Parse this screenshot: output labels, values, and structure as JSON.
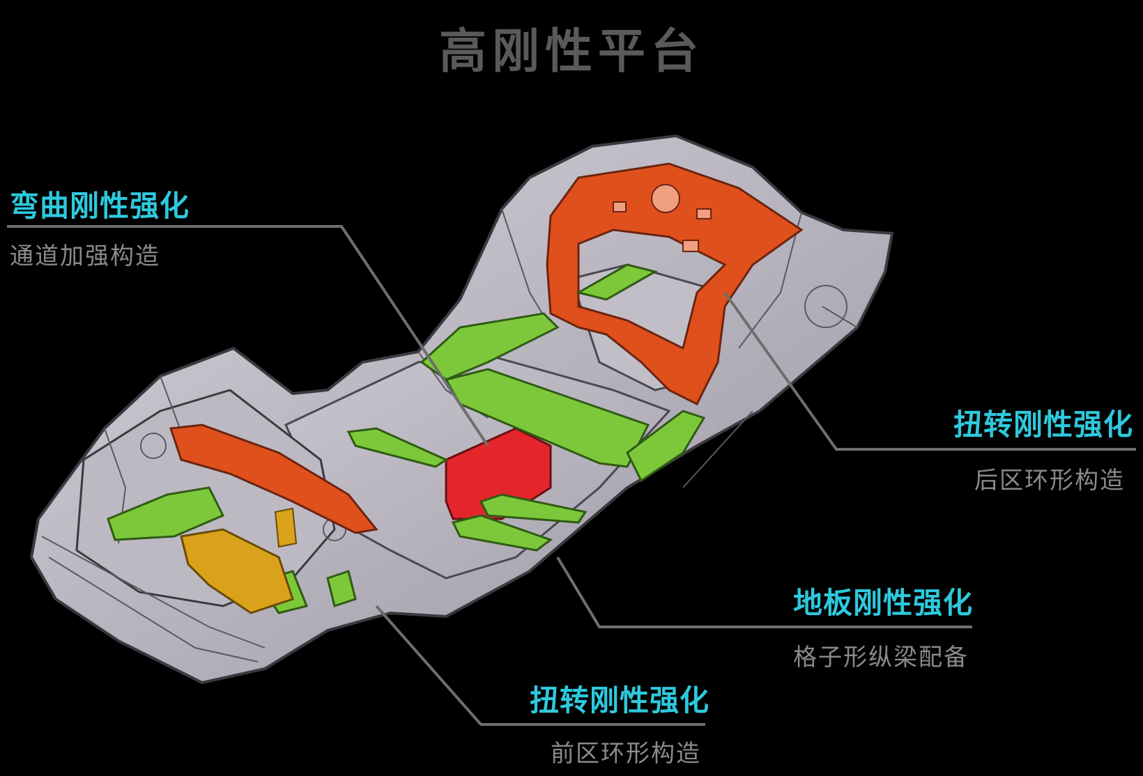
{
  "title": "高刚性平台",
  "colors": {
    "background": "#000000",
    "title": "#5a5a5a",
    "accent": "#2ec9dd",
    "subtitle": "#8a8a8a",
    "leader_line": "#6e6e6e",
    "frame_gray": "#b8b4bf",
    "frame_dark": "#3b3940",
    "part_orange": "#e0501c",
    "part_red": "#e3262b",
    "part_green": "#7cc83a",
    "part_yellow": "#d9a21a"
  },
  "callouts": [
    {
      "id": "bending",
      "title": "弯曲刚性强化",
      "subtitle": "通道加强构造"
    },
    {
      "id": "torsion-rear",
      "title": "扭转刚性强化",
      "subtitle": "后区环形构造"
    },
    {
      "id": "floor",
      "title": "地板刚性强化",
      "subtitle": "格子形纵梁配备"
    },
    {
      "id": "torsion-front",
      "title": "扭转刚性强化",
      "subtitle": "前区环形构造"
    }
  ]
}
